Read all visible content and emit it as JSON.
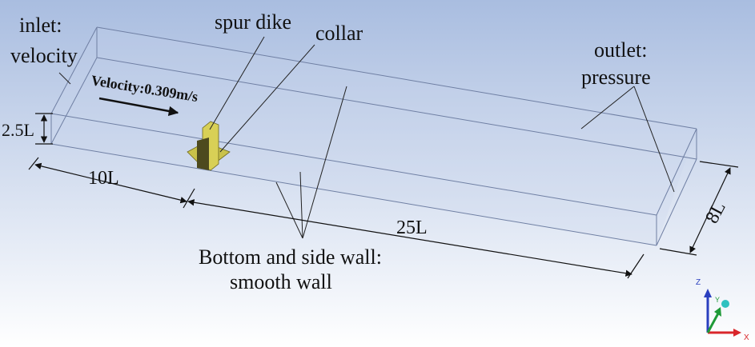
{
  "labels": {
    "inlet_line1": "inlet:",
    "inlet_line2": "velocity",
    "spur_dike": "spur dike",
    "collar": "collar",
    "outlet_line1": "outlet:",
    "outlet_line2": "pressure",
    "velocity": "Velocity:0.309m/s",
    "height": "2.5L",
    "len_upstream": "10L",
    "len_downstream": "25L",
    "width": "8L",
    "walls_line1": "Bottom and side wall:",
    "walls_line2": "smooth wall"
  },
  "triad": {
    "z": "Z",
    "y": "Y",
    "x": "X"
  },
  "colors": {
    "bg_top": "#a9bde0",
    "bg_bottom": "#ffffff",
    "channel_edge": "#6f7fa3",
    "dike_fill": "#c9c24a",
    "dike_dark": "#4d4a1e",
    "axis_x": "#d9262b",
    "axis_y": "#1f9a38",
    "axis_z": "#2a3fbf"
  }
}
